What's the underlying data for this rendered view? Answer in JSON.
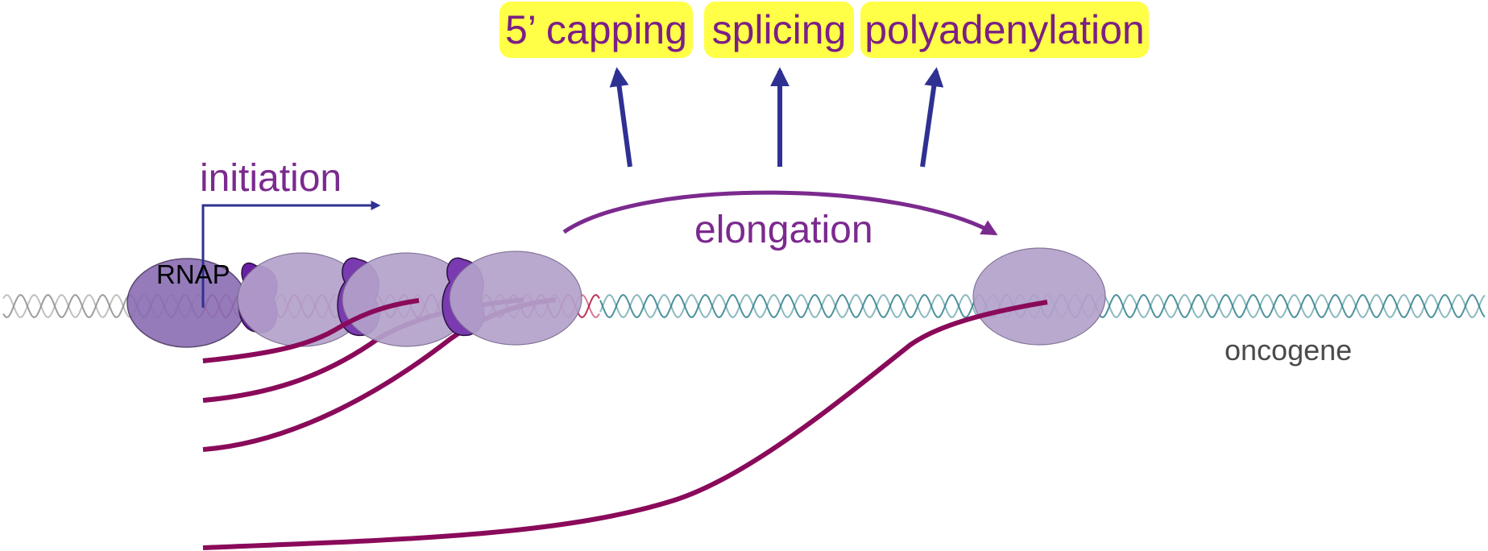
{
  "colors": {
    "tag_fill": "#ffff47",
    "tag_text": "#7b1f86",
    "label_purple": "#7b2a8e",
    "arrow_blue": "#2e3192",
    "rna_strand": "#8a0a5a",
    "rnap_light": "#b4a2cc",
    "rnap_dark": "#6f3a9e",
    "dna_transcribed": "#b0123c",
    "dna_gene": "#2e7f8a",
    "dna_upstream": "#8c8c8c"
  },
  "process_tags": [
    "5’ capping",
    "splicing",
    "polyadenylation"
  ],
  "labels": {
    "initiation": "initiation",
    "elongation": "elongation",
    "rnap": "RNAP",
    "gene": "oncogene"
  },
  "icons": {
    "tss_arrow": "bent-right-arrow-icon",
    "elongation_arrow": "curved-right-arrow-icon",
    "process_arrows": "up-arrow-icon"
  }
}
